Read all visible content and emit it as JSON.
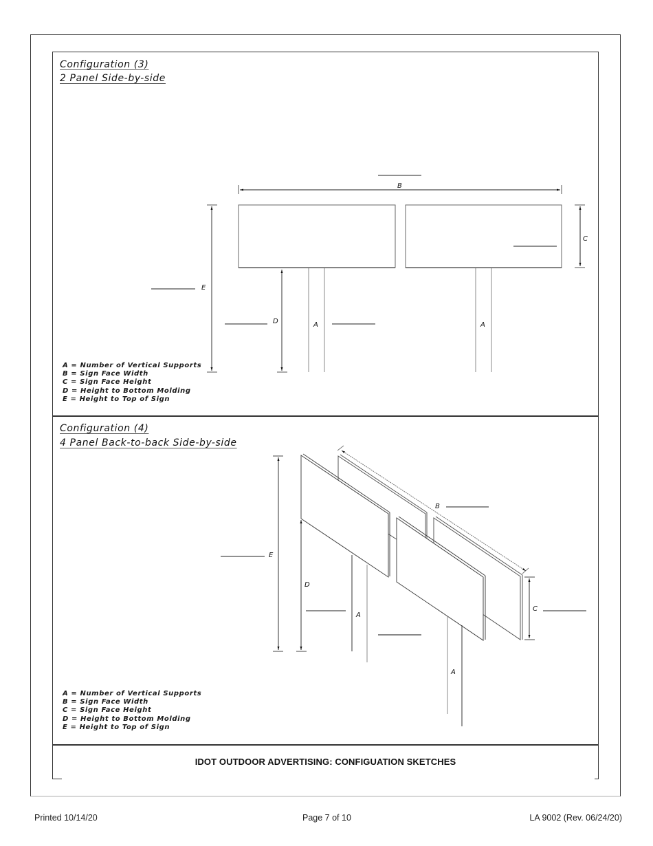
{
  "configurations": [
    {
      "title": "Configuration (3)",
      "subtitle": "2 Panel Side-by-side",
      "legend": [
        "A = Number of Vertical Supports",
        "B = Sign Face Width",
        "C = Sign Face Height",
        "D = Height to Bottom Molding",
        "E = Height to Top of Sign"
      ],
      "dimension_labels": {
        "A": "A",
        "B": "B",
        "C": "C",
        "D": "D",
        "E": "E"
      }
    },
    {
      "title": "Configuration (4)",
      "subtitle": "4 Panel Back-to-back Side-by-side",
      "legend": [
        "A = Number of Vertical Supports",
        "B = Sign Face Width",
        "C = Sign Face Height",
        "D = Height to Bottom Molding",
        "E = Height to Top of Sign"
      ],
      "dimension_labels": {
        "A": "A",
        "B": "B",
        "C": "C",
        "D": "D",
        "E": "E"
      }
    }
  ],
  "document_title": "IDOT OUTDOOR ADVERTISING: CONFIGUATION SKETCHES",
  "footer": {
    "printed": "Printed 10/14/20",
    "page": "Page 7 of 10",
    "form_id": "LA 9002 (Rev. 06/24/20)"
  }
}
